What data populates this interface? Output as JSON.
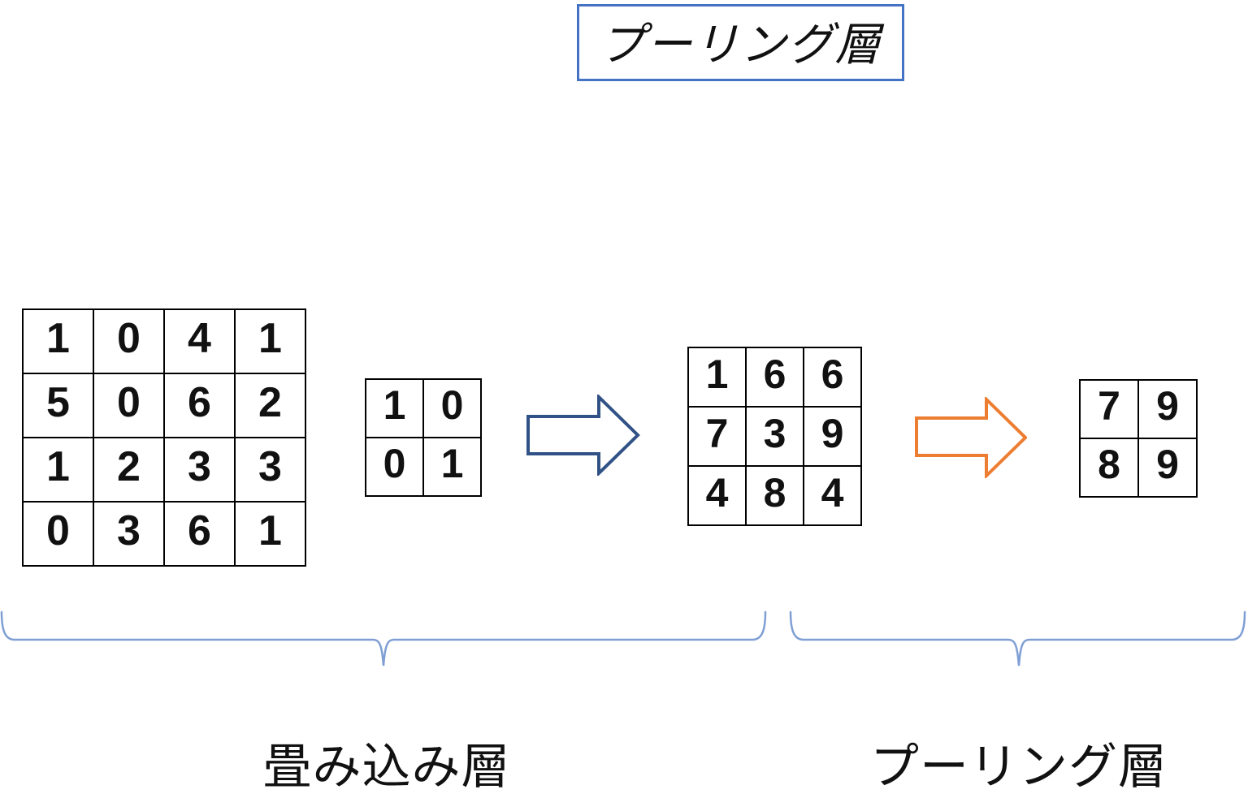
{
  "title": "プーリング層",
  "section_labels": {
    "convolution": "畳み込み層",
    "pooling": "プーリング層"
  },
  "matrices": {
    "input": {
      "rows": [
        [
          "1",
          "0",
          "4",
          "1"
        ],
        [
          "5",
          "0",
          "6",
          "2"
        ],
        [
          "1",
          "2",
          "3",
          "3"
        ],
        [
          "0",
          "3",
          "6",
          "1"
        ]
      ]
    },
    "kernel": {
      "rows": [
        [
          "1",
          "0"
        ],
        [
          "0",
          "1"
        ]
      ]
    },
    "feature_map": {
      "rows": [
        [
          "1",
          "6",
          "6"
        ],
        [
          "7",
          "3",
          "9"
        ],
        [
          "4",
          "8",
          "4"
        ]
      ]
    },
    "pooled_output": {
      "rows": [
        [
          "7",
          "9"
        ],
        [
          "8",
          "9"
        ]
      ]
    }
  },
  "icons": {
    "conv_arrow": "right-block-arrow",
    "pool_arrow": "right-block-arrow",
    "left_brace": "horizontal-curly-brace",
    "right_brace": "horizontal-curly-brace"
  },
  "colors": {
    "title_border": "#4472C4",
    "conv_arrow": "#315286",
    "pool_arrow": "#ED7D31",
    "brace": "#7F9FD4",
    "grid_border": "#000000",
    "text": "#111111"
  }
}
